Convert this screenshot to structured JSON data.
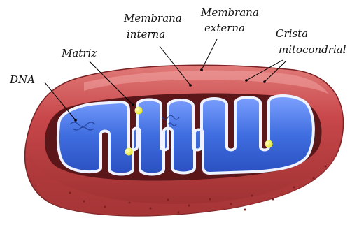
{
  "labels": {
    "dna": "DNA",
    "matriz": "Matriz",
    "membrana_interna": [
      "Membrana",
      "interna"
    ],
    "membrana_externa": [
      "Membrana",
      "externa"
    ],
    "crista_mitocondrial": [
      "Crista",
      "mitocondrial"
    ]
  },
  "colors": {
    "outer_membrane": "#c8474a",
    "outer_membrane_dark": "#8e2a2d",
    "intermembrane_space": "#5a1618",
    "inner_membrane": "#e9efff",
    "matrix": "#3f6ee0",
    "matrix_light": "#9db8ff",
    "granule": "#f1f13a",
    "leader_line": "#000000"
  }
}
